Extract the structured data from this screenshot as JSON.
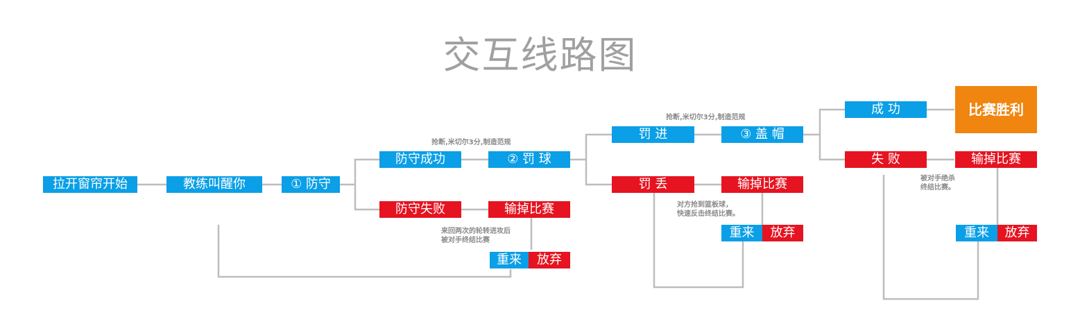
{
  "title": "交互线路图",
  "colors": {
    "blue": "#0a9fe6",
    "red": "#e61320",
    "orange": "#f0850f",
    "line": "#bdbdbd",
    "title": "#a0a0a0"
  },
  "nodes": {
    "start": "拉开窗帘开始",
    "coach_wake": "教练叫醒你",
    "defense": "① 防守",
    "defense_success": "防守成功",
    "defense_fail": "防守失败",
    "lose_game_1": "输掉比赛",
    "penalty_ball": "② 罚 球",
    "retry_1": "重来",
    "give_up_1": "放弃",
    "penalty_in": "罚 进",
    "penalty_miss": "罚 丢",
    "block_shot": "③ 盖 帽",
    "lose_game_2": "输掉比赛",
    "retry_2": "重来",
    "give_up_2": "放弃",
    "success": "成 功",
    "fail": "失 败",
    "win_game": "比赛胜利",
    "lose_game_3": "输掉比赛",
    "retry_3": "重来",
    "give_up_3": "放弃"
  },
  "notes": {
    "steal_1": "抢断,米切尔3分,制造范规",
    "counter_1": "来回两次的轮转进攻后\n被对手终结比赛",
    "steal_2": "抢断,米切尔3分,制造范规",
    "rebound": "对方抢到篮板球，\n快速反击终结比赛。",
    "kill": "被对手绝杀\n终结比赛。"
  }
}
